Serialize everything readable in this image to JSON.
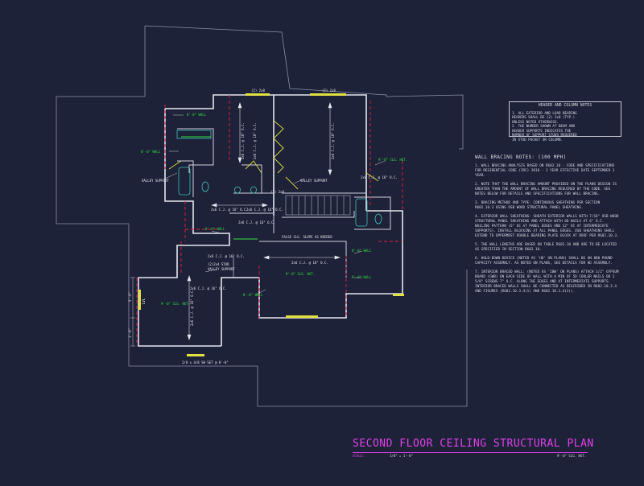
{
  "title": "SECOND FLOOR CEILING STRUCTURAL PLAN",
  "scale_label": "SCALE:",
  "scale_value": "1/8\" = 1'-0\"",
  "plate_height": "9'-0\" CLG. HGT.",
  "header_notes": {
    "title": "HEADER AND COLUMN NOTES",
    "lines": [
      "1. ALL EXTERIOR AND LOAD BEARING",
      "HEADERS SHALL BE (2) 2x8 (TYP.)",
      "UNLESS NOTED OTHERWISE.",
      "2. THE NUMBER SHOWN AT BEAM AND",
      "HEADER SUPPORTS INDICATES THE",
      "NUMBER OF SUPPORT STUDS REQUIRED",
      "IN STUD POCKET OR COLUMN."
    ]
  },
  "bracing_notes": {
    "title": "WALL BRACING NOTES: (100 MPH)",
    "paragraphs": [
      "1. WALL BRACING ANALYSIS BASED ON R602.10 - CODE AND SPECIFICATIONS FOR RESIDENTIAL CODE (IRC) 2018 - 1 YEAR EFFECTIVE DATE SEPTEMBER 1 YEAR.",
      "2. NOTE THAT THE WALL BRACING AMOUNT PROVIDED ON THE PLANS DESIGN IS GREATER THAN THE AMOUNT OF WALL BRACING REQUIRED BY THE CODE. SEE NOTES BELOW FOR DETAILS AND SPECIFICATIONS FOR WALL BRACING.",
      "3. BRACING METHOD AND TYPE: CONTINUOUS SHEATHING PER SECTION R602.10.3 USING OSB WOOD STRUCTURAL PANEL SHEATHING.",
      "4. EXTERIOR WALL SHEATHING: SHEATH EXTERIOR WALLS WITH 7/16\" OSB WOOD STRUCTURAL PANEL SHEATHING AND ATTACH WITH 8D NAILS AT 6\" O.C. NAILING PATTERN (6\" OC AT PANEL EDGES AND 12\" OC AT INTERMEDIATE SUPPORTS). INSTALL BLOCKING AT ALL PANEL EDGES. OSB SHEATHING SHALL EXTEND TO UPPERMOST DOUBLE BEARING PLATE BLOCK AT ROOF PER R602.10.3.",
      "5. THE WALL LENGTHS ARE BASED ON TABLE R602.10 AND ARE TO BE LOCATED AS SPECIFIED IN SECTION R602.10.",
      "6. HOLD-DOWN DEVICE (NOTED AS 'HD' ON PLANS) SHALL BE AN 800 POUND CAPACITY ASSEMBLY. AS NOTED ON PLANS, SEE DETAILS FOR HD ASSEMBLY.",
      "7. INTERIOR BRACED WALL: (NOTED AS 'IBW' ON PLANS) ATTACH 1/2\" GYPSUM BOARD (GWB) ON EACH SIDE OF WALL WITH A MIN OF 5D COOLER NAILS OR 1 5/8\" SCREWS 7\" O.C. ALONG THE EDGES AND AT INTERMEDIATE SUPPORTS. INTERIOR BRACED WALLS SHALL BE CONNECTED AS DESCRIBED IN R602.10.3.4 AND FIGURES (R602.10.3.4(1) AND R602.10.3.4(2))."
    ]
  },
  "labels": {
    "wall_8_1": "8'-0\" WALL",
    "wall_8_2": "8'-0\" WALL",
    "wall_8_3": "8'-0\" WALL",
    "wall_8_4": "8'-0\" WALL",
    "wall_8_5": "8'-0\" WALL",
    "wall_8_6": "8'-0\" WALL",
    "valley_support_1": "VALLEY SUPPORT",
    "valley_support_2": "VALLEY SUPPORT",
    "valley_support_3": "VALLEY SUPPORT",
    "clg_hgt_1": "9'-0\" CLG. HGT.",
    "clg_hgt_2": "9'-0\" CLG. HGT.",
    "clg_hgt_3": "9'-0\" CLG. HGT.",
    "false_clg": "FALSE CLG. SLOPE AS NEEDED",
    "hdr_top_1": "(2) 2x8",
    "hdr_top_2": "(2) 2x8",
    "hdr_mid": "(2) 2x8",
    "hdr_bottom": "2/8 x 4/8 SH SET @ 8'-0\"",
    "stud_col": "(2)2x4 STUD",
    "cj_1": "2x6 C.J. @ 16\" O.C.",
    "cj_2": "2x6 C.J. @ 16\" O.C.",
    "cj_3": "2x6 C.J. @ 16\" O.C.",
    "cj_4": "2x6 C.J. @ 16\" O.C.",
    "cj_5": "2x6 C.J. @ 16\" O.C.",
    "cj_6": "2x6 C.J. @ 16\" O.C.",
    "cj_7": "2x6 C.J. @ 16\" O.C.",
    "vert_cj_1": "2x6 C.J. @ 16\" O.C.",
    "vert_cj_2": "2x6 C.J. @ 16\" O.C.",
    "vert_cj_3": "2x6 C.J. @ 16\" O.C.",
    "vert_cj_4": "2x6 C.J. @ 16\" O.C.",
    "lvl": "LVL",
    "dim_left_1": "5'-6\"",
    "dim_left_2": "1'-6\""
  },
  "colors": {
    "background": "#1e2238",
    "walls": "#e6e6ee",
    "bracing": "#e02040",
    "green_text": "#30e040",
    "yellow": "#e0e040",
    "fixtures": "#40c0c0",
    "title": "#e040e8"
  }
}
